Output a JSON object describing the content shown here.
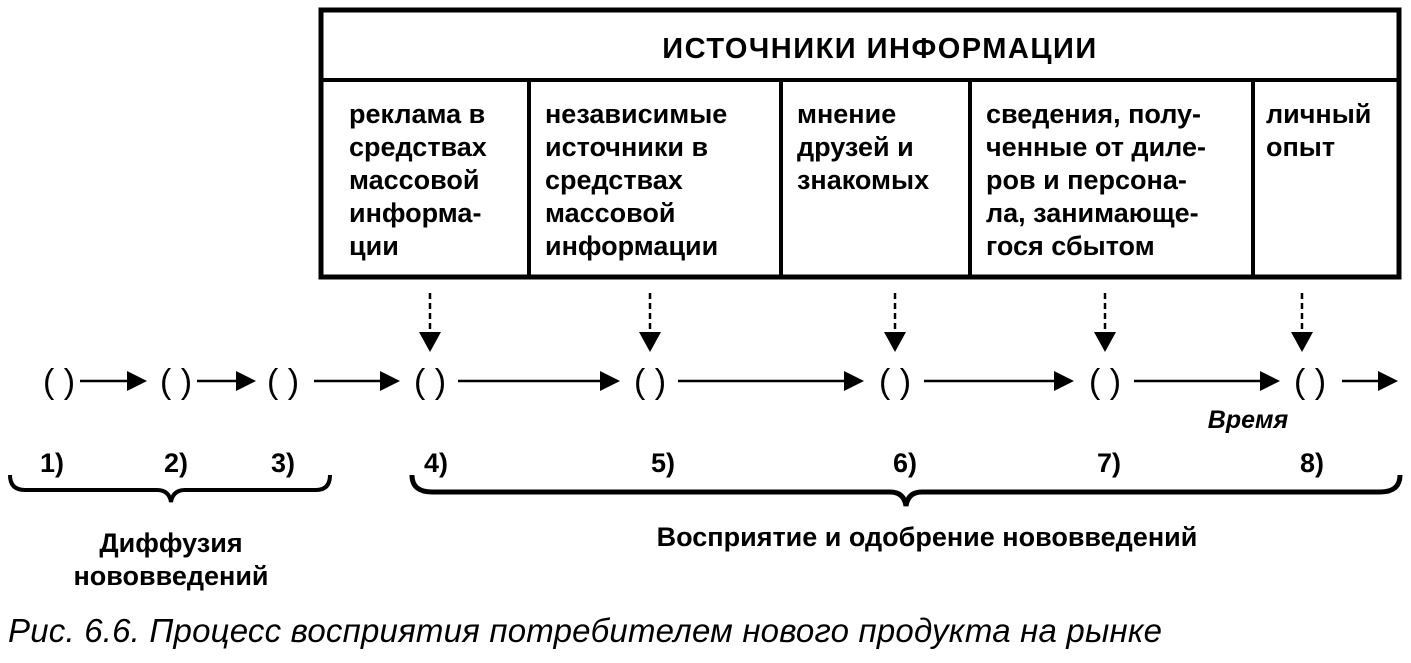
{
  "header": {
    "title": "ИСТОЧНИКИ ИНФОРМАЦИИ"
  },
  "sources": [
    {
      "lines": [
        "реклама в",
        "средствах",
        "массовой",
        "информа-",
        "ции"
      ]
    },
    {
      "lines": [
        "независимые",
        "источники в",
        "средствах",
        "массовой",
        "информации"
      ]
    },
    {
      "lines": [
        "мнение",
        "друзей и",
        "знакомых"
      ]
    },
    {
      "lines": [
        "сведения, полу-",
        "ченные от диле-",
        "ров и персона-",
        "ла, занимающе-",
        "гося сбытом"
      ]
    },
    {
      "lines": [
        "личный",
        "опыт"
      ]
    }
  ],
  "stages": [
    {
      "bracket": "( )",
      "label": "1)"
    },
    {
      "bracket": "( )",
      "label": "2)"
    },
    {
      "bracket": "( )",
      "label": "3)"
    },
    {
      "bracket": "( )",
      "label": "4)"
    },
    {
      "bracket": "( )",
      "label": "5)"
    },
    {
      "bracket": "( )",
      "label": "6)"
    },
    {
      "bracket": "( )",
      "label": "7)"
    },
    {
      "bracket": "( )",
      "label": "8)"
    }
  ],
  "time_label": "Время",
  "groups": {
    "diffusion": [
      "Диффузия",
      "нововведений"
    ],
    "perception": "Восприятие и одобрение нововведений"
  },
  "caption": "Рис. 6.6.  Процесс восприятия потребителем нового продукта на рынке"
}
